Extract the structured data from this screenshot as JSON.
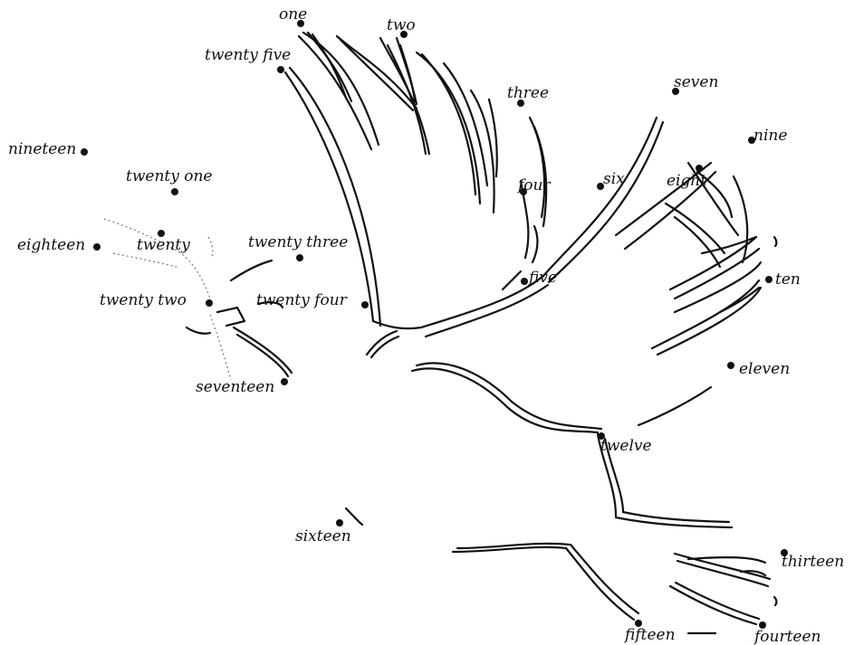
{
  "points": [
    {
      "id": "p1",
      "label": "one"
    },
    {
      "id": "p2",
      "label": "two"
    },
    {
      "id": "p3",
      "label": "three"
    },
    {
      "id": "p4",
      "label": "four"
    },
    {
      "id": "p5",
      "label": "five"
    },
    {
      "id": "p6",
      "label": "six"
    },
    {
      "id": "p7",
      "label": "seven"
    },
    {
      "id": "p8",
      "label": "eight"
    },
    {
      "id": "p9",
      "label": "nine"
    },
    {
      "id": "p10",
      "label": "ten"
    },
    {
      "id": "p11",
      "label": "eleven"
    },
    {
      "id": "p12",
      "label": "twelve"
    },
    {
      "id": "p13",
      "label": "thirteen"
    },
    {
      "id": "p14",
      "label": "fourteen"
    },
    {
      "id": "p15",
      "label": "fifteen"
    },
    {
      "id": "p16",
      "label": "sixteen"
    },
    {
      "id": "p17",
      "label": "seventeen"
    },
    {
      "id": "p18",
      "label": "eighteen"
    },
    {
      "id": "p19",
      "label": "nineteen"
    },
    {
      "id": "p20",
      "label": "twenty"
    },
    {
      "id": "p21",
      "label": "twenty one"
    },
    {
      "id": "p22",
      "label": "twenty two"
    },
    {
      "id": "p23",
      "label": "twenty three"
    },
    {
      "id": "p24",
      "label": "twenty four"
    },
    {
      "id": "p25",
      "label": "twenty five"
    }
  ]
}
